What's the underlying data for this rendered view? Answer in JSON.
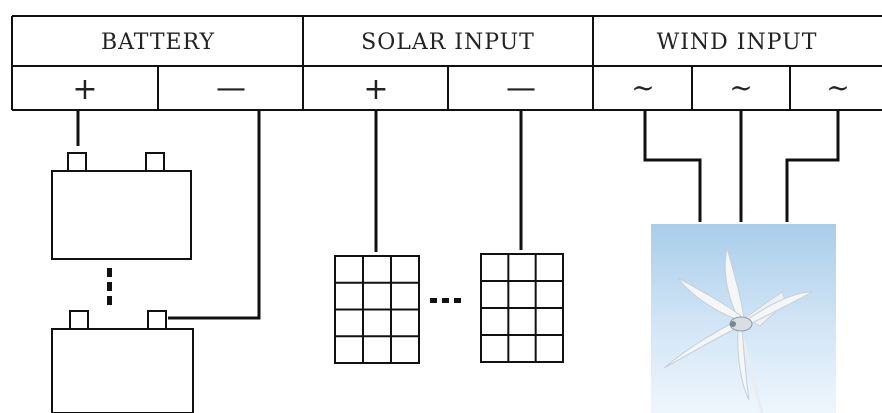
{
  "headers": {
    "battery": "BATTERY",
    "solar": "SOLAR INPUT",
    "wind": "WIND INPUT"
  },
  "terminals": {
    "battery_positive": "+",
    "battery_negative": "—",
    "solar_positive": "+",
    "solar_negative": "—",
    "wind_phase_1": "~",
    "wind_phase_2": "~",
    "wind_phase_3": "~"
  },
  "components": {
    "batteries": [
      "battery-top",
      "battery-bottom"
    ],
    "solar_panels": [
      "solar-panel-left",
      "solar-panel-right"
    ],
    "wind_turbine": "wind-turbine-icon"
  },
  "colors": {
    "line": "#111111",
    "turbine_sky_top": "#a9cdea",
    "turbine_sky_bottom": "#eef6fd",
    "turbine_blade": "#f4f6f8"
  }
}
